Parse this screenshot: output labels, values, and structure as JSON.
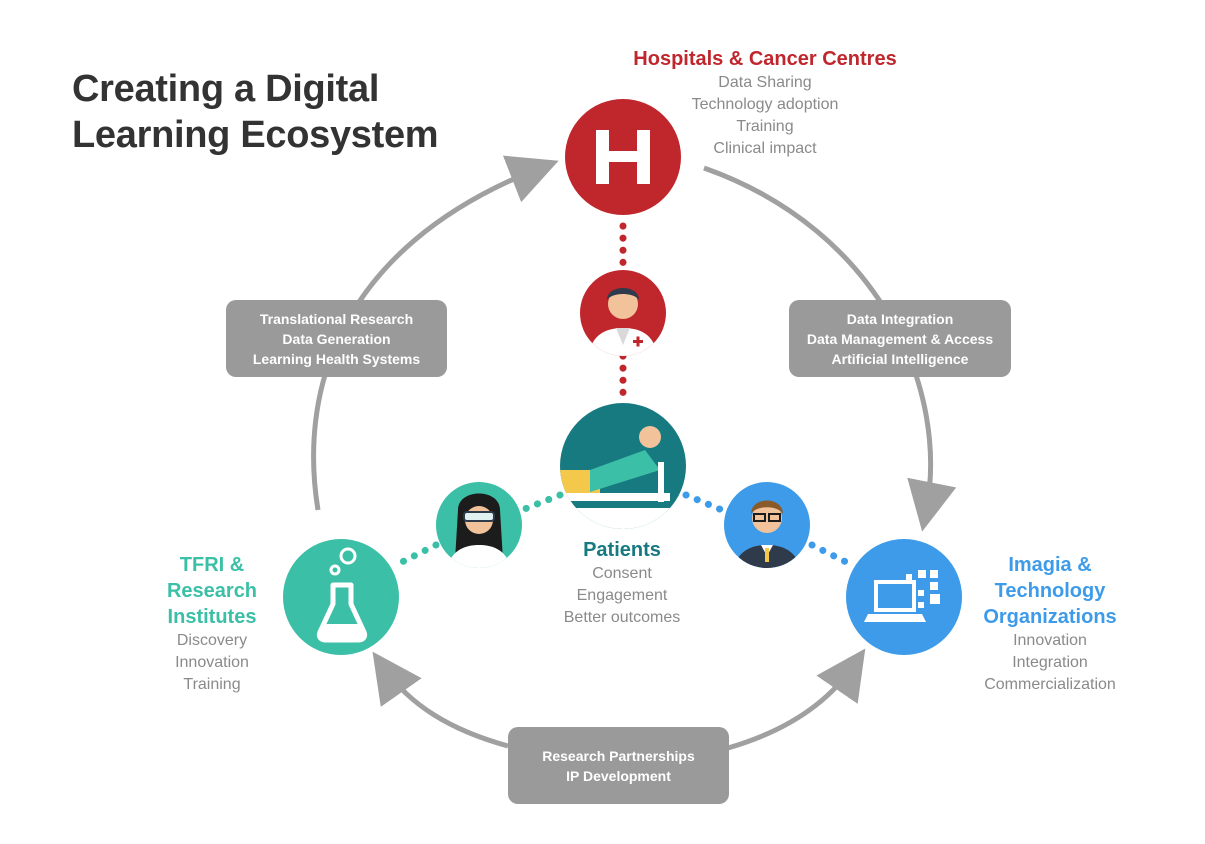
{
  "title": {
    "line1": "Creating a Digital",
    "line2": "Learning Ecosystem"
  },
  "colors": {
    "hospital": "#c0272d",
    "patients": "#167a80",
    "research": "#3bbfa6",
    "tech": "#3d9be9",
    "box": "#9a9a9a",
    "arrow": "#a0a0a0"
  },
  "nodes": {
    "hospitals": {
      "title": "Hospitals & Cancer Centres",
      "items": [
        "Data Sharing",
        "Technology adoption",
        "Training",
        "Clinical impact"
      ],
      "icon": "hospital-h-icon",
      "letter": "H"
    },
    "patients": {
      "title": "Patients",
      "items": [
        "Consent",
        "Engagement",
        "Better outcomes"
      ],
      "icon": "patient-in-bed-icon"
    },
    "research": {
      "title_lines": [
        "TFRI &",
        "Research",
        "Institutes"
      ],
      "items": [
        "Discovery",
        "Innovation",
        "Training"
      ],
      "icon": "lab-flask-icon"
    },
    "tech": {
      "title_lines": [
        "Imagia &",
        "Technology",
        "Organizations"
      ],
      "items": [
        "Innovation",
        "Integration",
        "Commercialization"
      ],
      "icon": "laptop-pixels-icon"
    }
  },
  "people": [
    "doctor-avatar-icon",
    "researcher-avatar-icon",
    "tech-worker-avatar-icon"
  ],
  "boxes": {
    "left": [
      "Translational Research",
      "Data Generation",
      "Learning Health Systems"
    ],
    "right": [
      "Data Integration",
      "Data Management & Access",
      "Artificial Intelligence"
    ],
    "bottom": [
      "Research Partnerships",
      "IP Development"
    ]
  }
}
